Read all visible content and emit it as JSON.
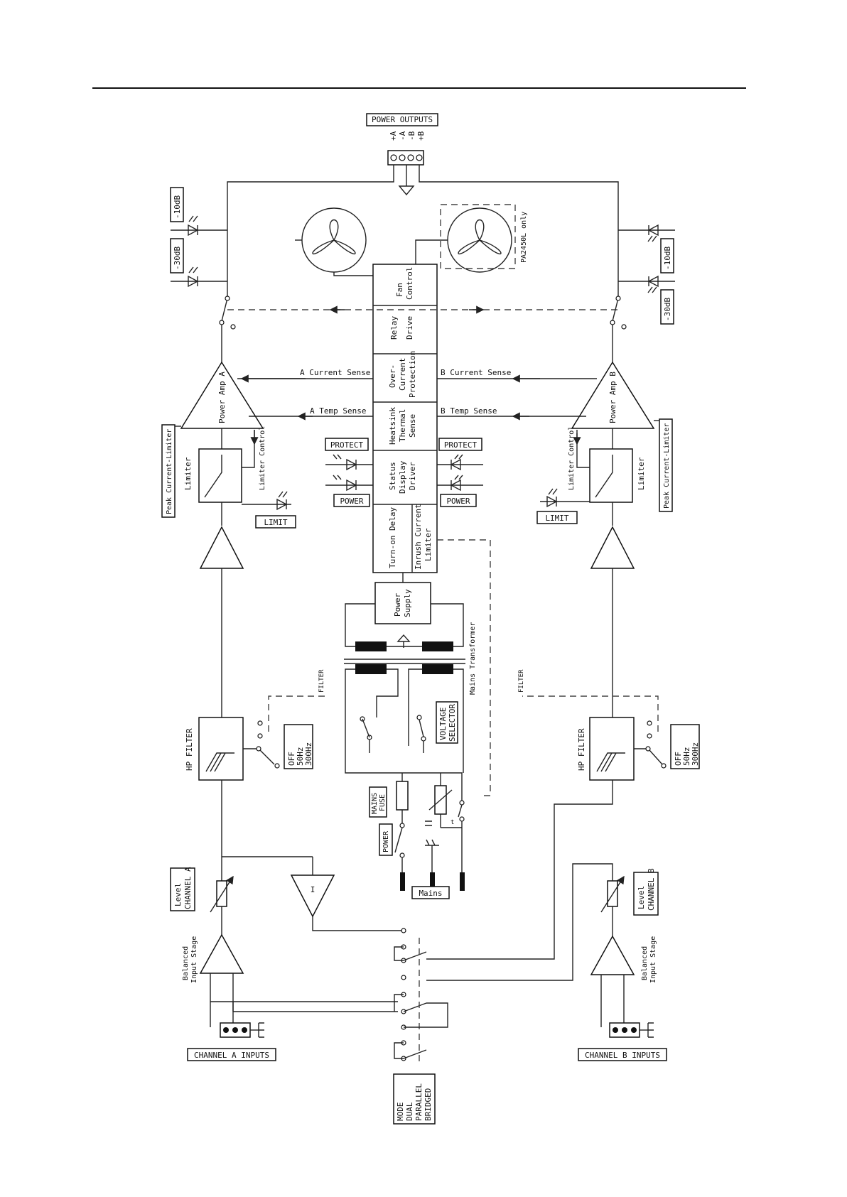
{
  "labels": {
    "power_outputs": "POWER OUTPUTS",
    "out_plus_a": "+A",
    "out_minus_a": "-A",
    "out_minus_b": "-B",
    "out_plus_b": "+B",
    "led_a_10db": "-10dB",
    "led_a_30db": "-30dB",
    "led_b_10db": "-10dB",
    "led_b_30db": "-30dB",
    "pa2450l_only": "PA2450L only",
    "fan_control_1": "Fan",
    "fan_control_2": "Control",
    "relay_drive_1": "Relay",
    "relay_drive_2": "Drive",
    "overcurrent_1": "Over-",
    "overcurrent_2": "Current",
    "overcurrent_3": "Protection",
    "heatsink_1": "Heatsink",
    "heatsink_2": "Thermal",
    "heatsink_3": "Sense",
    "status_1": "Status",
    "status_2": "Display",
    "status_3": "Driver",
    "turn_on_delay": "Turn-on Delay",
    "inrush_1": "Inrush Current",
    "inrush_2": "Limiter",
    "a_current_sense": "A Current Sense",
    "b_current_sense": "B Current Sense",
    "a_temp_sense": "A Temp Sense",
    "b_temp_sense": "B Temp Sense",
    "power_amp_a": "Power Amp A",
    "power_amp_b": "Power Amp B",
    "peak_current_limiter_a": "Peak Current-Limiter",
    "peak_current_limiter_b": "Peak Current-Limiter",
    "limiter_a": "Limiter",
    "limiter_b": "Limiter",
    "limiter_control_a": "Limiter Control",
    "limiter_control_b": "Limiter Control",
    "limit_a": "LIMIT",
    "limit_b": "LIMIT",
    "protect_left": "PROTECT",
    "protect_right": "PROTECT",
    "power_led_left": "POWER",
    "power_led_right": "POWER",
    "power_supply_1": "Power",
    "power_supply_2": "Supply",
    "mains_transformer": "Mains Transformer",
    "voltage_selector_1": "VOLTAGE",
    "voltage_selector_2": "SELECTOR",
    "filter_a": "FILTER",
    "filter_b": "FILTER",
    "hp_filter_a": "HP FILTER",
    "hp_filter_b": "HP FILTER",
    "filter_sel_a_1": "OFF",
    "filter_sel_a_2": "50Hz",
    "filter_sel_a_3": "300Hz",
    "filter_sel_b_1": "OFF",
    "filter_sel_b_2": "50Hz",
    "filter_sel_b_3": "300Hz",
    "mains_fuse_1": "MAINS",
    "mains_fuse_2": "FUSE",
    "power_switch": "POWER",
    "thermistor_t": "t",
    "mains": "Mains",
    "level_a_1": "Level",
    "level_a_2": "CHANNEL A",
    "level_b_1": "Level",
    "level_b_2": "CHANNEL B",
    "inverter": "I",
    "balanced_a_1": "Balanced",
    "balanced_a_2": "Input Stage",
    "balanced_b_1": "Balanced",
    "balanced_b_2": "Input Stage",
    "channel_a_inputs": "CHANNEL A INPUTS",
    "channel_b_inputs": "CHANNEL B INPUTS",
    "mode_1": "MODE",
    "mode_2": "DUAL",
    "mode_3": "PARALLEL",
    "mode_4": "BRIDGED"
  }
}
